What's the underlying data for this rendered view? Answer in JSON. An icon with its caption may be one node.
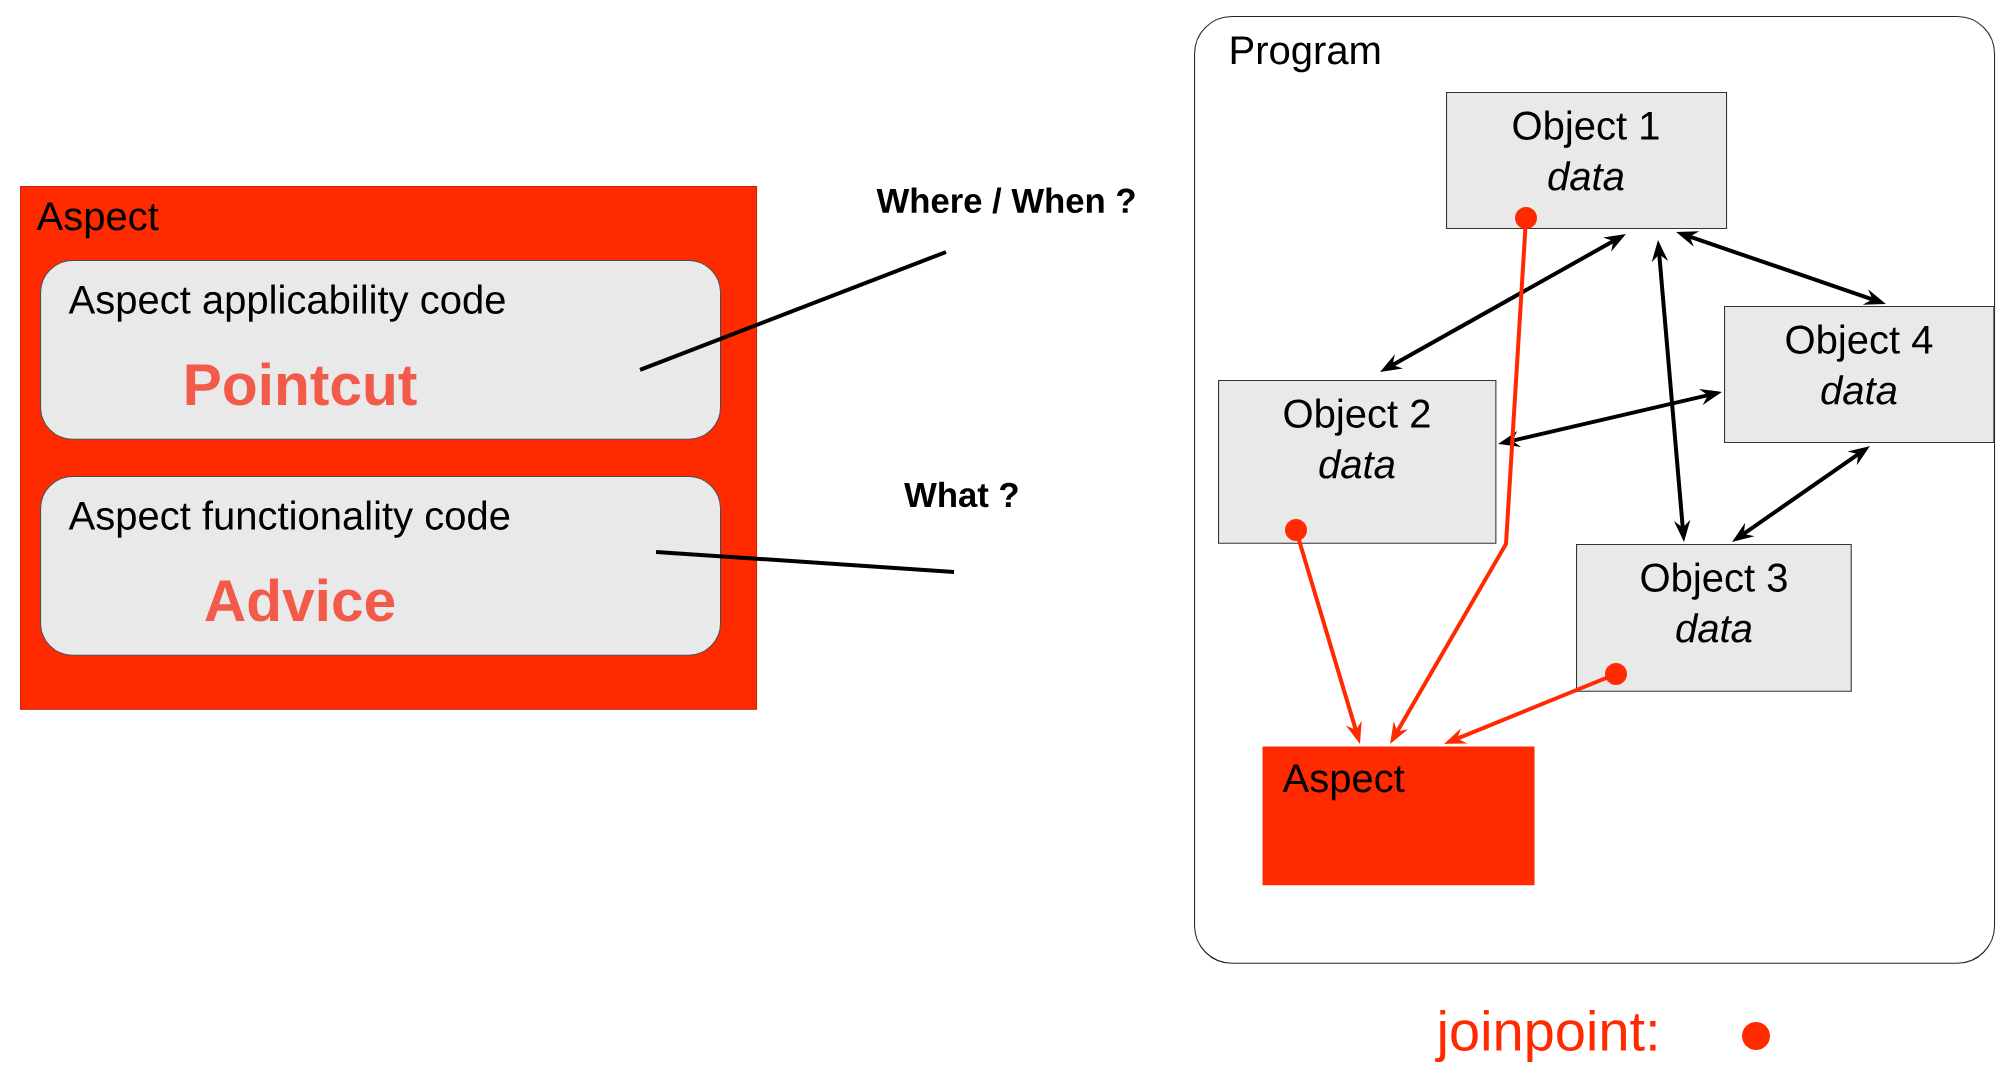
{
  "diagram": {
    "nodes": [
      {
        "text": [
          "Aspect"
        ]
      },
      {
        "text": [
          "Aspect applicability code",
          "Pointcut"
        ],
        "in": 0
      },
      {
        "text": [
          "Aspect functionality code",
          "Advice"
        ],
        "in": 0
      },
      {
        "text": [
          "Where / When ?"
        ]
      },
      {
        "text": [
          "What ?"
        ]
      },
      {
        "text": [
          "Program"
        ]
      },
      {
        "text": [
          "Object 1",
          "data"
        ],
        "in": 5
      },
      {
        "text": [
          "Object 2",
          "data"
        ],
        "in": 5
      },
      {
        "text": [
          "Object 3",
          "data"
        ],
        "in": 5
      },
      {
        "text": [
          "Object 4",
          "data"
        ],
        "in": 5
      },
      {
        "text": [
          "Aspect"
        ],
        "in": 5
      }
    ],
    "edges": [
      {
        "from": 1,
        "to": 3,
        "arrow": "none"
      },
      {
        "from": 2,
        "to": 4,
        "arrow": "none"
      },
      {
        "from": 6,
        "to": 7,
        "arrow": "both"
      },
      {
        "from": 6,
        "to": 8,
        "arrow": "both"
      },
      {
        "from": 6,
        "to": 9,
        "arrow": "both"
      },
      {
        "from": 7,
        "to": 9,
        "arrow": "both"
      },
      {
        "from": 9,
        "to": 8,
        "arrow": "both"
      },
      {
        "from": 6,
        "to": 10,
        "arrow": "to",
        "color": "#ff2a00"
      },
      {
        "from": 7,
        "to": 10,
        "arrow": "to",
        "color": "#ff2a00"
      },
      {
        "from": 8,
        "to": 10,
        "arrow": "to",
        "color": "#ff2a00"
      }
    ],
    "labels": [
      "joinpoint:"
    ]
  }
}
